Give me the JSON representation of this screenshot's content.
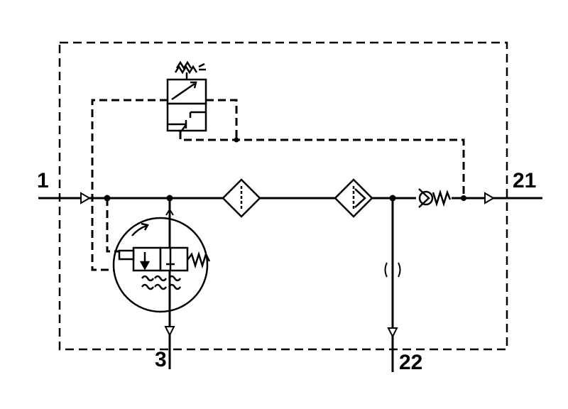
{
  "ports": {
    "inlet": "1",
    "outlet_main": "21",
    "exhaust": "3",
    "outlet_branch": "22"
  },
  "colors": {
    "line": "#000000",
    "background": "#ffffff"
  },
  "components": [
    "pilot-solenoid-valve-icon",
    "pressure-relief-valve-icon",
    "filter-icon",
    "filter-separator-icon",
    "check-valve-icon",
    "throttle-icon"
  ]
}
